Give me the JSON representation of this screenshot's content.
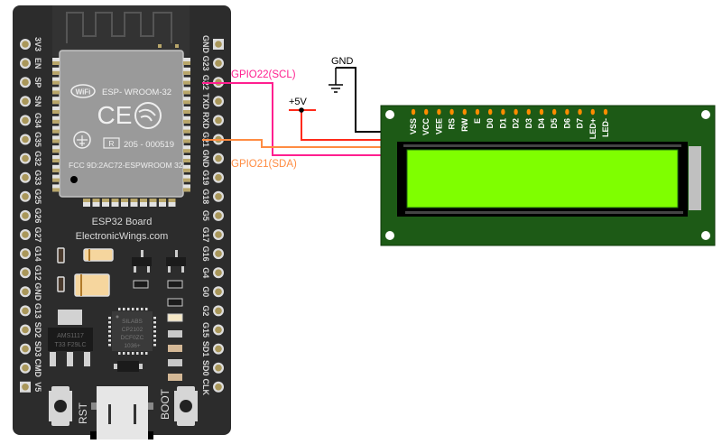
{
  "board": {
    "title": "ESP32 Board",
    "subtitle": "ElectronicWings.com",
    "module": {
      "name": "ESP- WROOM-32",
      "wifi_logo": "WiFi",
      "ce_mark": "CE",
      "cert_r": "R",
      "cert_number": "205 - 000519",
      "fcc_id": "FCC 9D:2AC72-ESPWROOM 32"
    },
    "left_pins": [
      "3V3",
      "EN",
      "SP",
      "SN",
      "G34",
      "G35",
      "G32",
      "G33",
      "G25",
      "G26",
      "G27",
      "G14",
      "G12",
      "GND",
      "G13",
      "SD2",
      "SD3",
      "CMD",
      "V5"
    ],
    "right_pins": [
      "GND",
      "G23",
      "G22",
      "TXD",
      "RXD",
      "G21",
      "GND",
      "G19",
      "G18",
      "G5",
      "G17",
      "G16",
      "G4",
      "G0",
      "G2",
      "G15",
      "SD1",
      "SD0",
      "CLK"
    ],
    "regulator": {
      "line1": "AMS1117",
      "line2": "T33 F29LC"
    },
    "usb_chip": {
      "line1": "SILABS",
      "line2": "CP2102",
      "line3": "DCF0ZC",
      "line4": "1036+"
    },
    "buttons": {
      "reset": "RST",
      "boot": "BOOT"
    }
  },
  "wires": {
    "scl_label": "GPIO22(SCL)",
    "sda_label": "GPIO21(SDA)",
    "vcc_label": "+5V",
    "gnd_label": "GND",
    "colors": {
      "scl": "#ff1f8f",
      "sda": "#ff8c42",
      "vcc": "#ff2a1a",
      "gnd": "#000000"
    }
  },
  "lcd": {
    "pins": [
      "VSS",
      "VCC",
      "VEE",
      "RS",
      "RW",
      "E",
      "D0",
      "D1",
      "D2",
      "D3",
      "D4",
      "D5",
      "D6",
      "D7",
      "LED+",
      "LED-"
    ],
    "screen_color": "#7fff00",
    "pcb_color": "#1d5a16"
  }
}
